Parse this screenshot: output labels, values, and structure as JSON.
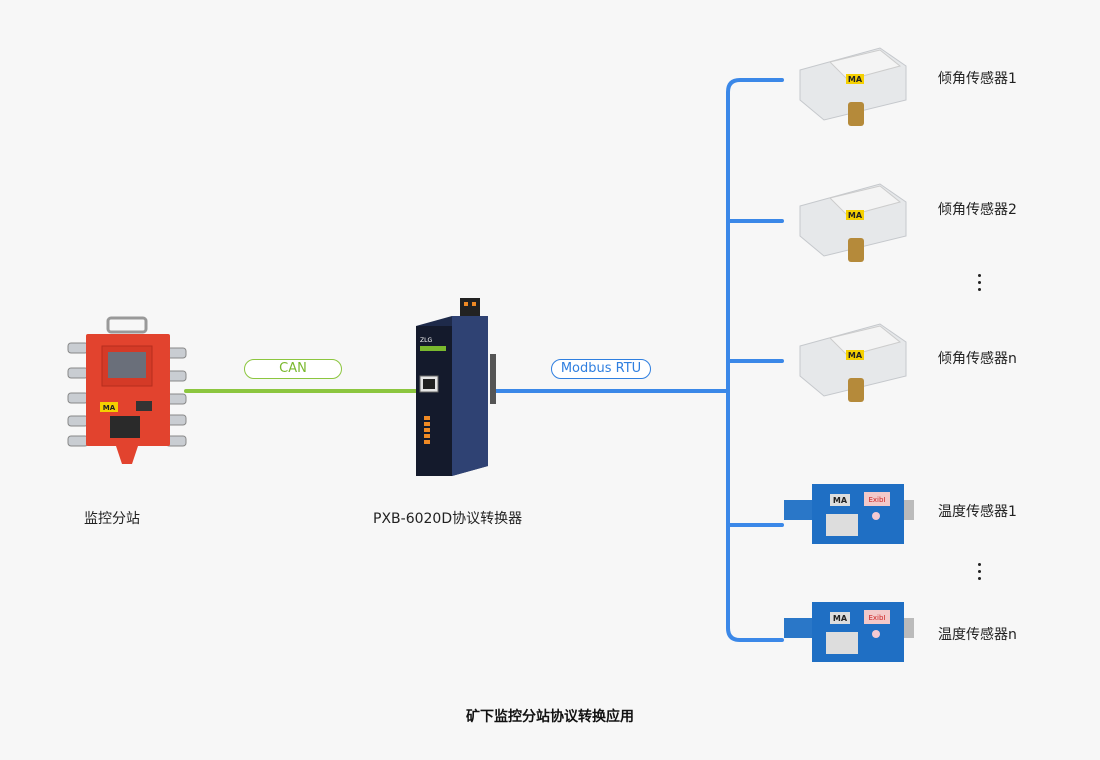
{
  "diagram": {
    "title": "矿下监控分站协议转换应用",
    "nodes": {
      "station": {
        "label": "监控分站",
        "badge": "MA"
      },
      "converter": {
        "label": "PXB-6020D协议转换器",
        "brand": "ZLG"
      },
      "sensors": [
        {
          "label": "倾角传感器1",
          "type": "tilt",
          "badge": "MA"
        },
        {
          "label": "倾角传感器2",
          "type": "tilt",
          "badge": "MA"
        },
        {
          "label": "倾角传感器n",
          "type": "tilt",
          "badge": "MA"
        },
        {
          "label": "温度传感器1",
          "type": "temperature",
          "badge": "MA",
          "mark": "ExibI"
        },
        {
          "label": "温度传感器n",
          "type": "temperature",
          "badge": "MA",
          "mark": "ExibI"
        }
      ]
    },
    "links": {
      "can": {
        "label": "CAN",
        "color": "#8cc63f"
      },
      "modbus": {
        "label": "Modbus RTU",
        "color": "#2f7fe0"
      }
    },
    "ellipsis": "⋮",
    "colors": {
      "station_body": "#e2432e",
      "converter_body": "#2b3a63",
      "tilt_body": "#e6e8ea",
      "temp_body": "#1f6fc4"
    }
  }
}
